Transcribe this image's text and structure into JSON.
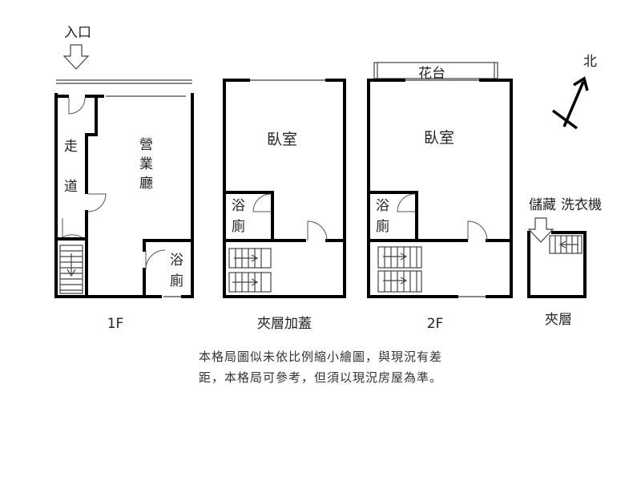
{
  "labels": {
    "entrance": "入口",
    "north": "北",
    "corridor_1": "走",
    "corridor_2": "道",
    "hall_1": "營",
    "hall_2": "業",
    "hall_3": "廳",
    "bath_1f_1": "浴",
    "bath_1f_2": "廁",
    "bedroom_mezz": "臥室",
    "bath_mezz_1": "浴",
    "bath_mezz_2": "廁",
    "balcony": "花台",
    "bedroom_2f": "臥室",
    "bath_2f_1": "浴",
    "bath_2f_2": "廁",
    "storage": "儲藏",
    "laundry": "洗衣機"
  },
  "captions": {
    "floor_1": "1F",
    "mezz_addon": "夾層加蓋",
    "floor_2": "2F",
    "mezz": "夾層"
  },
  "disclaimer": {
    "line1": "本格局圖似未依比例縮小繪圖，與現況有差",
    "line2": "距，本格局可參考，但須以現況房屋為準。"
  }
}
